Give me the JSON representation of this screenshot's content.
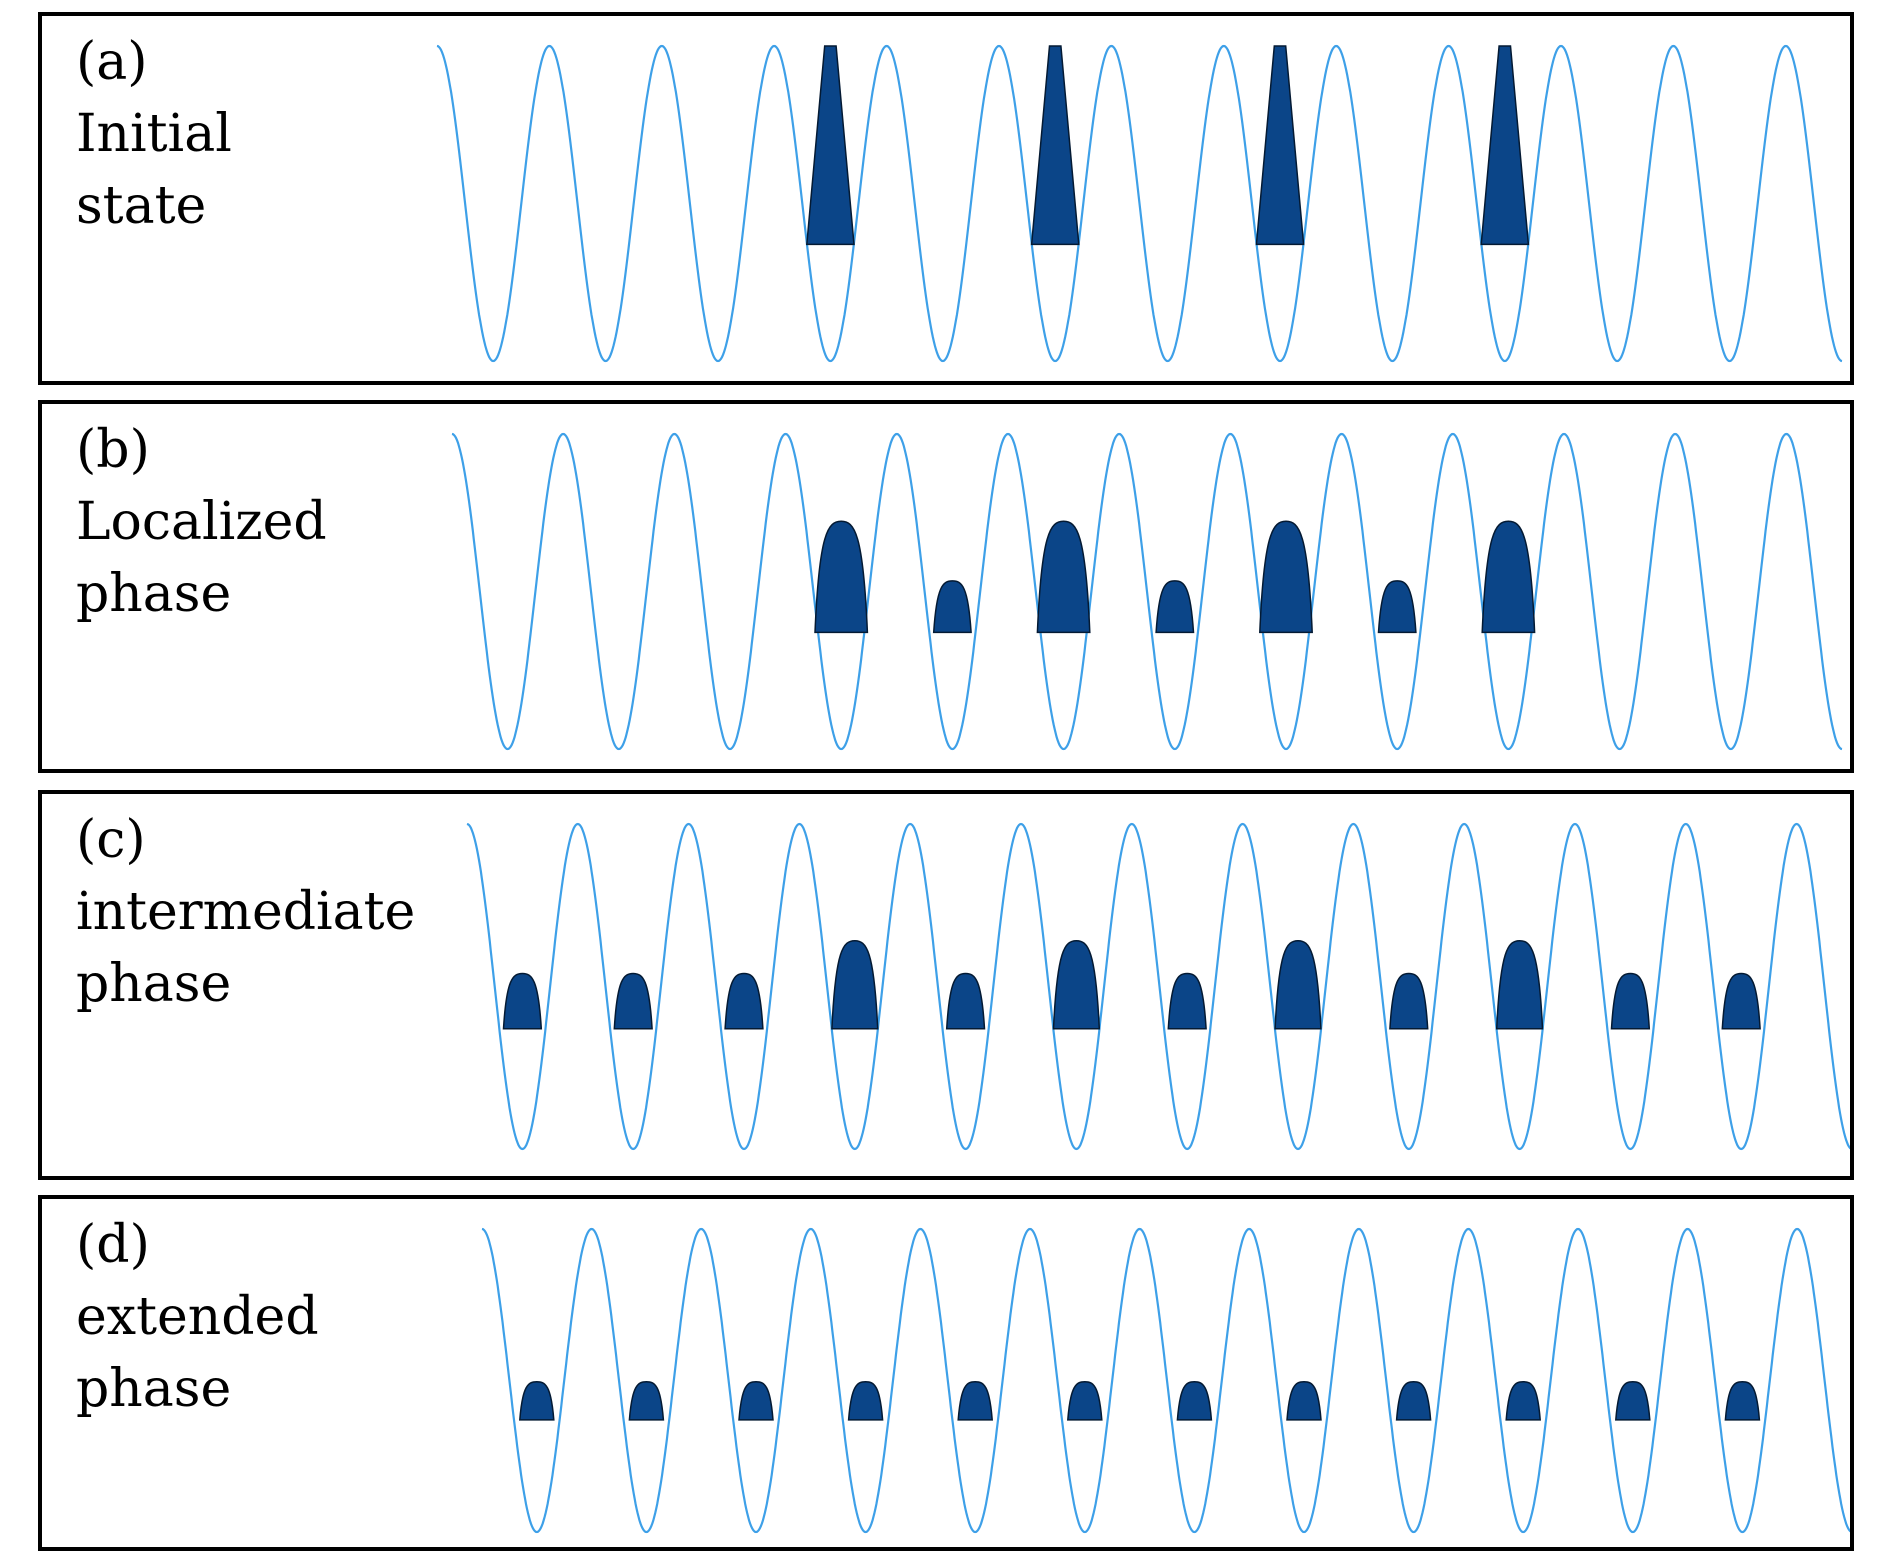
{
  "colors": {
    "lattice": "#3ea0e8",
    "particle": "#0b4588",
    "particle_edge": "#041a33",
    "frame": "#000000"
  },
  "panels": [
    {
      "letter": "(a)",
      "caption_line1": "Initial",
      "caption_line2": "state",
      "wells": 12,
      "occupations": [
        0,
        0,
        0,
        1,
        0,
        1,
        0,
        1,
        0,
        1,
        0,
        0
      ]
    },
    {
      "letter": "(b)",
      "caption_line1": "Localized",
      "caption_line2": "phase",
      "wells": 12,
      "occupations": [
        0,
        0,
        0,
        0.56,
        0.26,
        0.56,
        0.26,
        0.56,
        0.26,
        0.56,
        0,
        0
      ]
    },
    {
      "letter": "(c)",
      "caption_line1": "intermediate",
      "caption_line2": "phase",
      "wells": 12,
      "occupations": [
        0.27,
        0.27,
        0.27,
        0.43,
        0.27,
        0.43,
        0.27,
        0.43,
        0.27,
        0.43,
        0.27,
        0.27
      ]
    },
    {
      "letter": "(d)",
      "caption_line1": "extended",
      "caption_line2": "phase",
      "wells": 12,
      "occupations": [
        0.2,
        0.2,
        0.2,
        0.2,
        0.2,
        0.2,
        0.2,
        0.2,
        0.2,
        0.2,
        0.2,
        0.2
      ]
    }
  ]
}
